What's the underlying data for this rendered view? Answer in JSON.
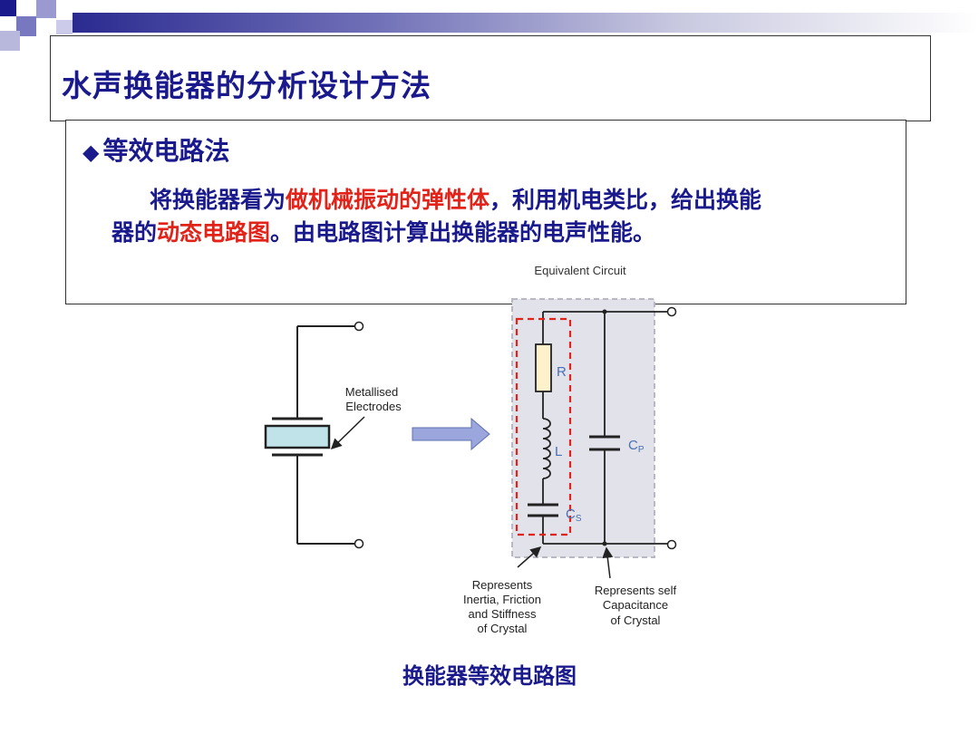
{
  "title": "水声换能器的分析设计方法",
  "bullet": "等效电路法",
  "paragraph": {
    "line1_a": "将换能器看为",
    "line1_red": "做机械振动的弹性体",
    "line1_b": "，利用机电类比，给出换能",
    "line2_a": "器的",
    "line2_red": "动态电路图",
    "line2_b": "。由电路图计算出换能器的电声性能。"
  },
  "diagram": {
    "equivalent_circuit_label": "Equivalent Circuit",
    "electrode_label": [
      "Metallised",
      "Electrodes"
    ],
    "r_label": "R",
    "l_label": "L",
    "cs_label": {
      "main": "C",
      "sub": "S"
    },
    "cp_label": {
      "main": "C",
      "sub": "P"
    },
    "represents_inertia": [
      "Represents",
      "Inertia, Friction",
      "and Stiffness",
      "of Crystal"
    ],
    "represents_self": [
      "Represents self",
      "Capacitance",
      "of Crystal"
    ]
  },
  "caption": "换能器等效电路图",
  "colors": {
    "title_blue": "#1a1a8c",
    "highlight_red": "#e2231a",
    "circuit_line": "#222222",
    "label_blue": "#4a6fb5",
    "dashed_red": "#e2231a",
    "shade_grey": "#e2e2ea",
    "arrow_fill": "#9aa6dc",
    "crystal_fill": "#bfe3e8"
  }
}
